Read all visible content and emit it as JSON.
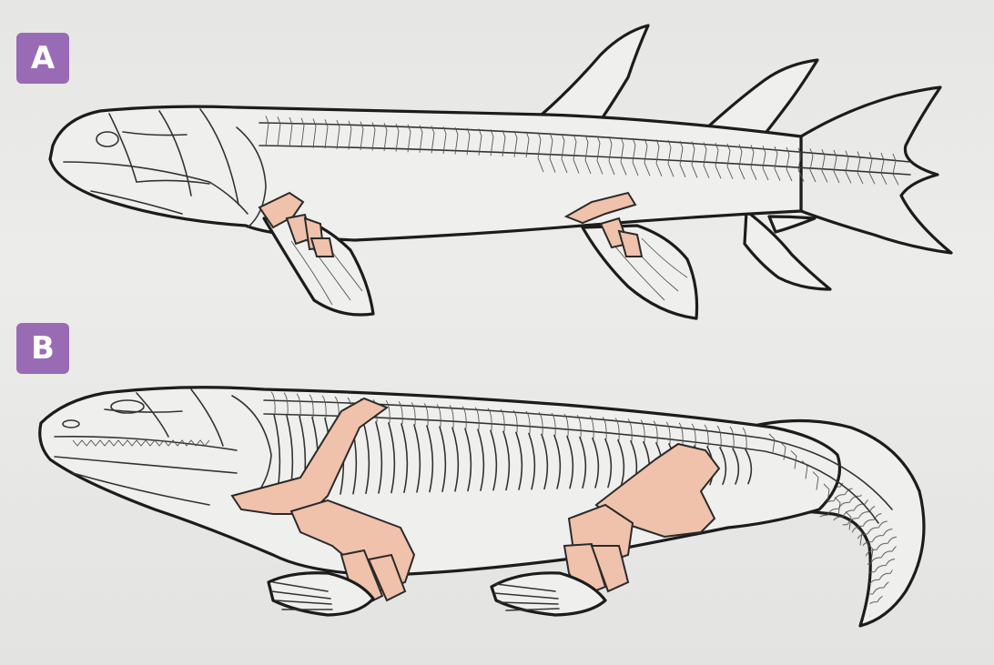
{
  "panels": [
    {
      "label": "A",
      "subject": "fish-skeleton"
    },
    {
      "label": "B",
      "subject": "tetrapod-skeleton"
    }
  ],
  "colors": {
    "label_bg": "#9a6bb5",
    "limb_bone": "#f0c2ab",
    "outline": "#1c1c1c",
    "paper": "#ececea"
  }
}
